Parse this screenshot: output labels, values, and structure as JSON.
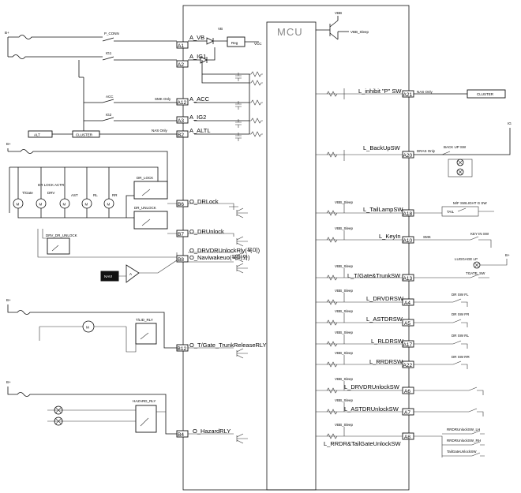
{
  "mcu": {
    "title": "MCU"
  },
  "power": {
    "b_plus": "B+",
    "vbb": "VBB",
    "vbb_sleep": "VBB_Sleep",
    "reg": "Reg",
    "vcc": "VCC",
    "p_conn": "P_CONN",
    "ign1": "IG1",
    "acc": "ACC",
    "ign2": "IG2",
    "smk_only": "SMK Only",
    "alt": "ALT",
    "cluster": "CLUSTER",
    "nas_only": "NAS Only"
  },
  "left_pins": [
    {
      "signal": "A_VB",
      "pin": "A1"
    },
    {
      "signal": "A_IG1",
      "pin": "A2"
    },
    {
      "signal": "A_ACC",
      "pin": "A12"
    },
    {
      "signal": "A_IG2",
      "pin": "A3"
    },
    {
      "signal": "A_ALTL",
      "pin": "B2"
    },
    {
      "signal": "O_DRLock",
      "pin": "B6"
    },
    {
      "signal": "O_DRUnlock",
      "pin": "B7"
    },
    {
      "signal": "O_DRVDRUnlockRly(북미)",
      "pin": ""
    },
    {
      "signal": "O_Naviwakeuo(북미외)",
      "pin": "B8"
    },
    {
      "signal": "O_T/Gate_TrunkReleaseRLY",
      "pin": "B12"
    },
    {
      "signal": "O_HazardRLY",
      "pin": "B4"
    }
  ],
  "right_pins": [
    {
      "signal": "L_inhibit \"P\" SW",
      "pin": "A21"
    },
    {
      "signal": "L_BackUpSW",
      "pin": "A20"
    },
    {
      "signal": "L_TailLampSW",
      "pin": "A18"
    },
    {
      "signal": "L_KeyIn",
      "pin": "A10"
    },
    {
      "signal": "L_T/Gate&TrunkSW",
      "pin": "A13"
    },
    {
      "signal": "L_DRVDRSW",
      "pin": "A4"
    },
    {
      "signal": "L_ASTDRSW",
      "pin": "A5"
    },
    {
      "signal": "L_RLDRSW",
      "pin": "A17"
    },
    {
      "signal": "L_RRDRSW",
      "pin": "A22"
    },
    {
      "signal": "L_DRVDRUnlockSW",
      "pin": "A6"
    },
    {
      "signal": "L_ASTDRUnlockSW",
      "pin": "A7"
    },
    {
      "signal": "L_RRDR&TailGateUnlockSW",
      "pin": "A8"
    }
  ],
  "left_components": {
    "dr_lock_actr": "DR LOCK ACTR",
    "t_gate": "T/Gate",
    "drv": "DRV",
    "ast": "AST",
    "rl": "RL",
    "rr": "RR",
    "dr_lock": "DR_LOCK",
    "dr_unlock": "DR_UNLOCK",
    "drv_dr_unlock": "DRV_DR_UNLOCK",
    "navi": "NAVI",
    "t_lid_rly": "T/LID_RLY",
    "hazard_rly": "HAZARD_RLY",
    "m": "M",
    "a": "A"
  },
  "right_components": {
    "cluster": "CLUSTER",
    "nas_only": "NAS Only",
    "ig": "IG",
    "back_up_sw": "BACK UP SW",
    "dras_only": "DRAS Only",
    "mf_swlight": "M/F SWLIGHT G SW",
    "tail": "TAIL",
    "key_in_sw": "KEY IN SW",
    "smk": "SMK",
    "luggage_lp": "LUGGAGE LP",
    "tgate_sw": "TGATE_SW",
    "dr_sw_fl": "DR SW FL",
    "dr_sw_fr": "DR SW FR",
    "dr_sw_rl": "DR SW RL",
    "dr_sw_rr": "DR SW RR",
    "rrdr_unlock_lh": "RRDRUnlockSW_LH",
    "rrdr_unlock_rh": "RRDRUnlockSW_RH",
    "tailgate_unlock": "TailGateUnlockSW",
    "b_plus": "B+"
  }
}
